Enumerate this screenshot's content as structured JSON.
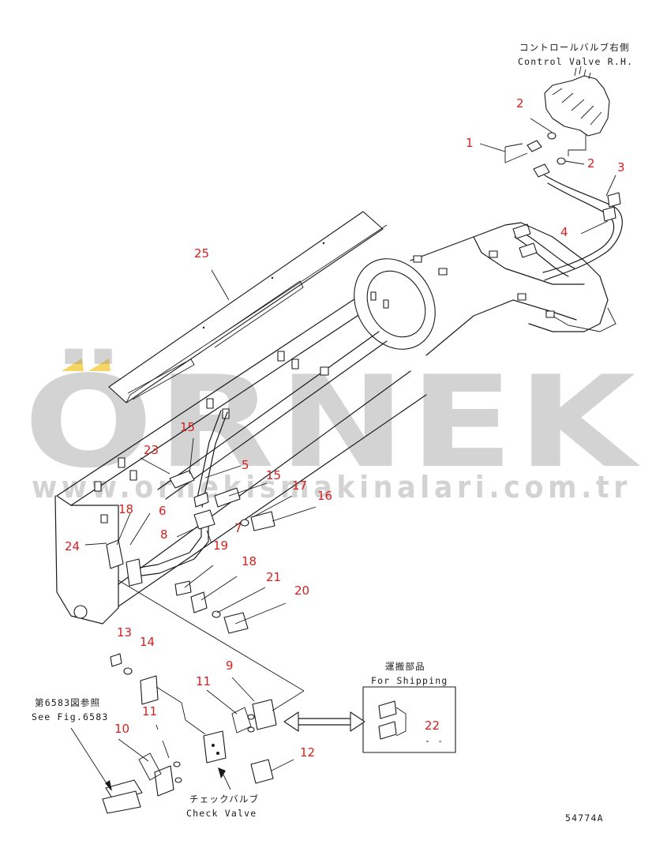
{
  "labels": {
    "control_valve_jp": "コントロールバルブ右側",
    "control_valve_en": "Control Valve R.H.",
    "shipping_jp": "運搬部品",
    "shipping_en": "For Shipping",
    "see_fig_jp": "第6583図参照",
    "see_fig_en": "See Fig.6583",
    "check_valve_jp": "チェックバルブ",
    "check_valve_en": "Check Valve",
    "drawing_number": "54774A",
    "shipping_dash": "- -"
  },
  "part_numbers": [
    {
      "id": "p1",
      "text": "1"
    },
    {
      "id": "p2a",
      "text": "2"
    },
    {
      "id": "p2b",
      "text": "2"
    },
    {
      "id": "p3",
      "text": "3"
    },
    {
      "id": "p4",
      "text": "4"
    },
    {
      "id": "p5",
      "text": "5"
    },
    {
      "id": "p6",
      "text": "6"
    },
    {
      "id": "p7",
      "text": "7"
    },
    {
      "id": "p8",
      "text": "8"
    },
    {
      "id": "p9",
      "text": "9"
    },
    {
      "id": "p10",
      "text": "10"
    },
    {
      "id": "p11a",
      "text": "11"
    },
    {
      "id": "p11b",
      "text": "11"
    },
    {
      "id": "p12",
      "text": "12"
    },
    {
      "id": "p13",
      "text": "13"
    },
    {
      "id": "p14",
      "text": "14"
    },
    {
      "id": "p15a",
      "text": "15"
    },
    {
      "id": "p15b",
      "text": "15"
    },
    {
      "id": "p16",
      "text": "16"
    },
    {
      "id": "p17",
      "text": "17"
    },
    {
      "id": "p18a",
      "text": "18"
    },
    {
      "id": "p18b",
      "text": "18"
    },
    {
      "id": "p19",
      "text": "19"
    },
    {
      "id": "p20",
      "text": "20"
    },
    {
      "id": "p21",
      "text": "21"
    },
    {
      "id": "p22",
      "text": "22"
    },
    {
      "id": "p23",
      "text": "23"
    },
    {
      "id": "p24",
      "text": "24"
    },
    {
      "id": "p25",
      "text": "25"
    }
  ],
  "watermark": {
    "brand": "ÖRNEK",
    "url": "www.ornekismakinalari.com.tr"
  },
  "colors": {
    "part_number": "#d42020",
    "line": "#1a1a1a",
    "watermark_gray": "#8c8c8c",
    "watermark_accent": "#f2c830"
  }
}
